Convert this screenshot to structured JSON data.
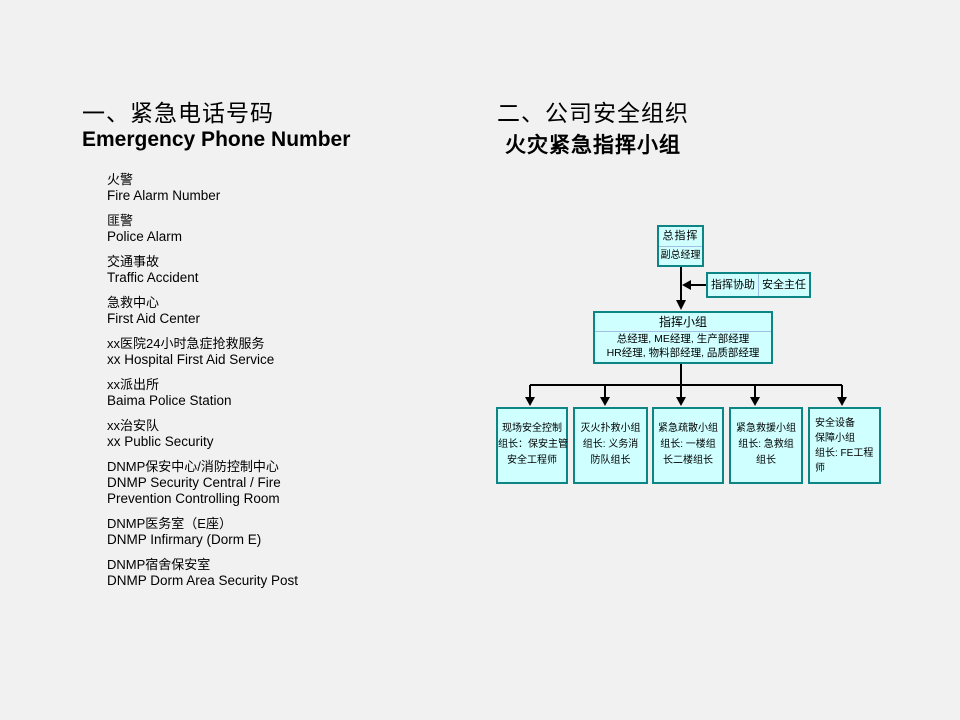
{
  "left_section": {
    "title_zh": "一、紧急电话号码",
    "title_en": "Emergency Phone Number",
    "items": [
      {
        "zh": "火警",
        "en": "Fire Alarm Number"
      },
      {
        "zh": "匪警",
        "en": "Police Alarm"
      },
      {
        "zh": "交通事故",
        "en": "Traffic Accident"
      },
      {
        "zh": "急救中心",
        "en": "First Aid Center"
      },
      {
        "zh": "xx医院24小时急症抢救服务",
        "en": "xx Hospital First Aid Service"
      },
      {
        "zh": "xx派出所",
        "en": "Baima Police Station"
      },
      {
        "zh": "xx治安队",
        "en": "xx Public Security"
      },
      {
        "zh": "DNMP保安中心/消防控制中心",
        "en": "DNMP Security Central / Fire Prevention Controlling Room"
      },
      {
        "zh": "DNMP医务室（E座）",
        "en": "DNMP Infirmary (Dorm E)"
      },
      {
        "zh": "DNMP宿舍保安室",
        "en": "DNMP Dorm Area Security Post"
      }
    ]
  },
  "right_section": {
    "title_zh": "二、公司安全组织",
    "subtitle": "火灾紧急指挥小组",
    "org_chart": {
      "commander": {
        "line1": "总指挥",
        "line2": "副总经理"
      },
      "assist": {
        "cell1": "指挥协助",
        "cell2": "安全主任"
      },
      "command_group": {
        "title": "指挥小组",
        "line1": "总经理, ME经理, 生产部经理",
        "line2": "HR经理, 物料部经理, 品质部经理"
      },
      "teams": [
        {
          "line1": "现场安全控制",
          "line2": "组长：保安主管",
          "line3": "安全工程师"
        },
        {
          "line1": "灭火扑救小组",
          "line2": "组长: 义务消",
          "line3": "防队组长"
        },
        {
          "line1": "紧急疏散小组",
          "line2": "组长: 一楼组",
          "line3": "长二楼组长"
        },
        {
          "line1": "紧急救援小组",
          "line2": "组长: 急救组",
          "line3": "组长"
        },
        {
          "line1": "安全设备",
          "line2": "保障小组",
          "line3": "组长: FE工程",
          "line4": "师"
        }
      ]
    }
  },
  "colors": {
    "background": "#F1F1F1",
    "box_fill": "#CFFFFF",
    "box_border": "#0E8585",
    "divider": "#A3BEE3",
    "connector_line": "#000000",
    "text": "#000000"
  }
}
